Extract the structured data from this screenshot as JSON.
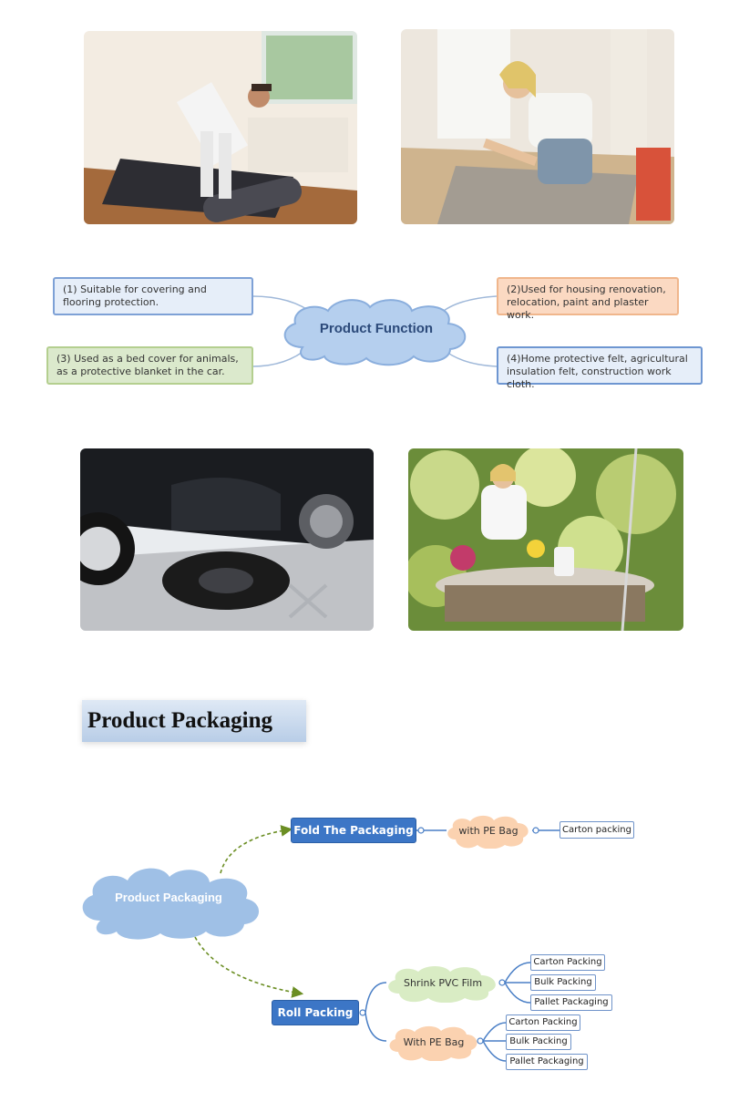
{
  "colors": {
    "cloud_blue": "#9fc0e6",
    "box_blue": "#e6eef9",
    "box_orange": "#fbd9c2",
    "box_green": "#dbe9cc",
    "node_dark": "#3c76c6",
    "cloud_orange": "#fbd2b0",
    "cloud_green": "#d9ecc4",
    "dashed_arrow": "#6b8e23"
  },
  "photos": [
    {
      "name": "photo-man-rolling-felt"
    },
    {
      "name": "photo-woman-flooring"
    },
    {
      "name": "photo-car-wheel-on-felt"
    },
    {
      "name": "photo-woman-garden-table"
    }
  ],
  "function": {
    "center": "Product Function",
    "items": [
      "(1) Suitable for covering and flooring protection.",
      "(2)Used for housing renovation, relocation, paint and plaster work.",
      "(3) Used as a bed cover for animals, as a protective blanket in the car.",
      "(4)Home protective felt, agricultural insulation felt, construction work cloth."
    ]
  },
  "packaging": {
    "heading": "Product Packaging",
    "root": "Product Packaging",
    "fold": "Fold The Packaging",
    "fold_bag": "with PE Bag",
    "fold_leaf": "Carton packing",
    "roll": "Roll Packing",
    "shrink": "Shrink PVC Film",
    "shrink_leaves": [
      "Carton Packing",
      "Bulk Packing",
      "Pallet Packaging"
    ],
    "roll_bag": "With PE Bag",
    "bag_leaves": [
      "Carton Packing",
      "Bulk Packing",
      "Pallet Packaging"
    ]
  }
}
